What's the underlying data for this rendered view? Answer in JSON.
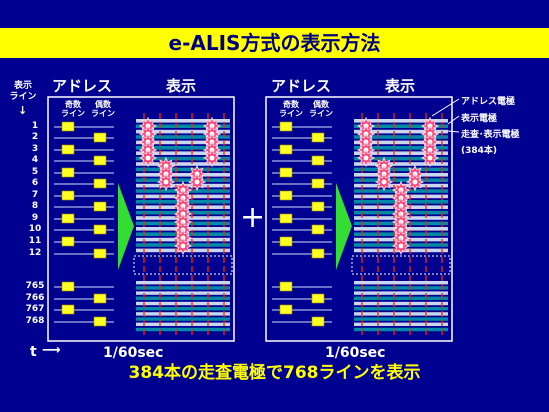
{
  "title": "e-ALIS方式の表示方法",
  "left_axis": {
    "line1": "表示",
    "line2": "ライン"
  },
  "panels": [
    {
      "address_header": "アドレス",
      "display_header": "表示",
      "odd_label": "奇数\nライン",
      "even_label": "偶数\nライン",
      "time_label": "1/60sec"
    },
    {
      "address_header": "アドレス",
      "display_header": "表示",
      "odd_label": "奇数\nライン",
      "even_label": "偶数\nライン",
      "time_label": "1/60sec"
    }
  ],
  "row_numbers": [
    "1",
    "2",
    "3",
    "4",
    "5",
    "6",
    "7",
    "8",
    "9",
    "10",
    "11",
    "12",
    "765",
    "766",
    "767",
    "768"
  ],
  "legend": {
    "address_electrode": "アドレス電極",
    "display_electrode": "表示電極",
    "scan_electrode": "走査･表示電極",
    "scan_count": "(384本)"
  },
  "plus_symbol": "+",
  "time_axis": "t",
  "bottom_caption": "384本の走査電極で768ラインを表示",
  "colors": {
    "background": "#000090",
    "title_bar": "#ffff00",
    "arrow": "#33dd33",
    "scan_bar": "#008aa8",
    "display_bar": "#c8d6f0",
    "address_line": "#ff2200",
    "discharge": "#ff4477",
    "address_cell": "#ffff22"
  }
}
